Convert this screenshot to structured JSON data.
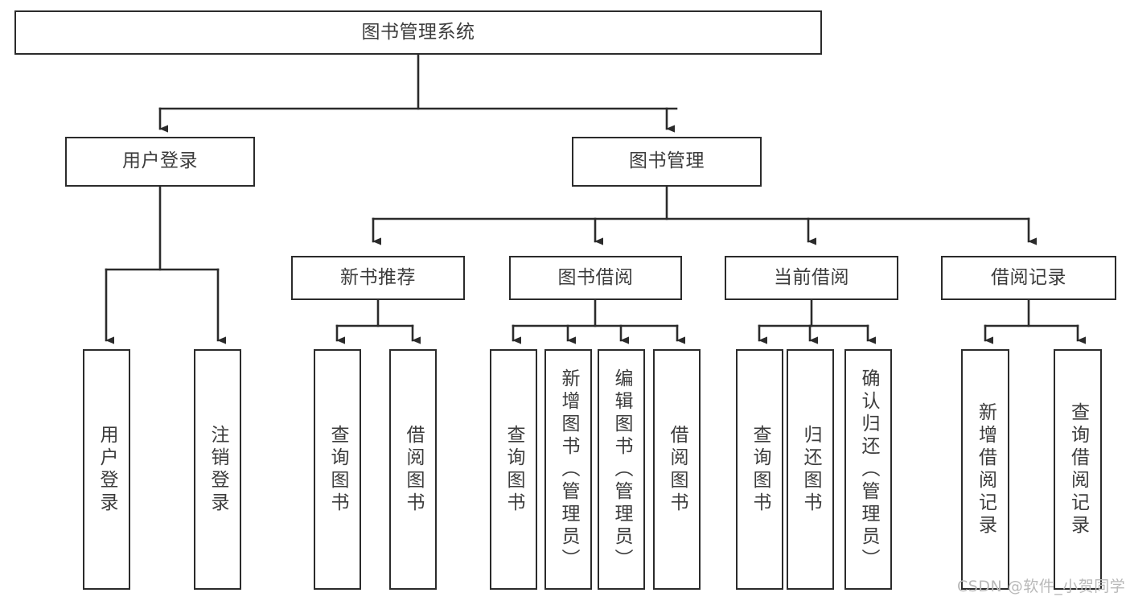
{
  "diagram": {
    "title": "图书管理系统",
    "type": "tree-hierarchy",
    "orientation": "top-down",
    "colors": {
      "box_border": "#2b2b2b",
      "box_fill": "#ffffff",
      "connector": "#2b2b2b",
      "text": "#3c3c3c",
      "watermark": "#b9b9b9",
      "background": "#ffffff"
    }
  },
  "nodes": {
    "root": {
      "label": "图书管理系统"
    },
    "level2": [
      {
        "label": "用户登录"
      },
      {
        "label": "图书管理"
      }
    ],
    "level3": [
      {
        "label": "新书推荐"
      },
      {
        "label": "图书借阅"
      },
      {
        "label": "当前借阅"
      },
      {
        "label": "借阅记录"
      }
    ],
    "leaves": {
      "user_login": [
        {
          "label": "用户登录"
        },
        {
          "label": "注销登录"
        }
      ],
      "new_book_recommend": [
        {
          "label": "查询图书"
        },
        {
          "label": "借阅图书"
        }
      ],
      "book_borrow": [
        {
          "label": "查询图书"
        },
        {
          "label": "新增图书（管理员）"
        },
        {
          "label": "编辑图书（管理员）"
        },
        {
          "label": "借阅图书"
        }
      ],
      "current_borrow": [
        {
          "label": "查询图书"
        },
        {
          "label": "归还图书"
        },
        {
          "label": "确认归还（管理员）"
        }
      ],
      "borrow_record": [
        {
          "label": "新增借阅记录"
        },
        {
          "label": "查询借阅记录"
        }
      ]
    }
  },
  "watermark": {
    "text": "CSDN @软件_小贺同学"
  }
}
